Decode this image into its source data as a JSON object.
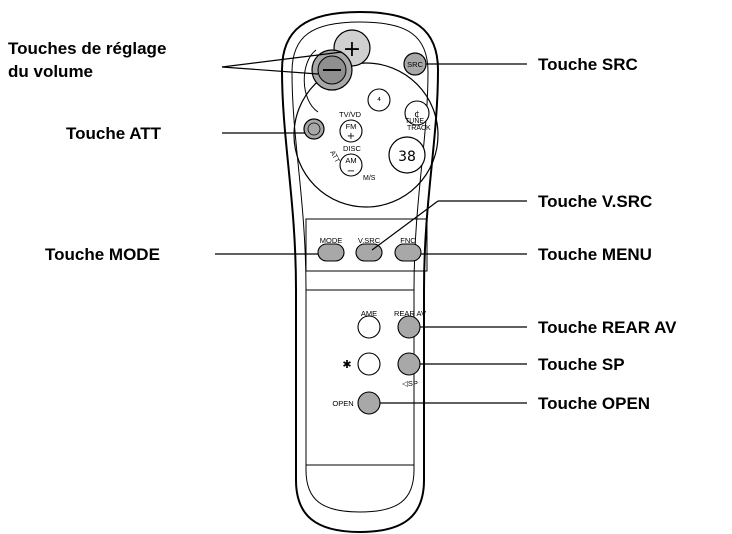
{
  "callouts": {
    "volume_line1": "Touches de réglage",
    "volume_line2": "du volume",
    "src": "Touche SRC",
    "att": "Touche ATT",
    "vsrc": "Touche V.SRC",
    "mode": "Touche MODE",
    "menu": "Touche MENU",
    "rear_av": "Touche REAR AV",
    "sp": "Touche SP",
    "open": "Touche OPEN"
  },
  "remote": {
    "volume_plus": "+",
    "volume_minus": "−",
    "src_label": "SRC",
    "att_label": "ATT",
    "tv_vd": "TV/VD",
    "fm": "FM",
    "fm_plus": "+",
    "disc": "DISC",
    "am": "AM",
    "am_minus": "−",
    "ms": "M/S",
    "tune": "TUNE",
    "track": "TRACK",
    "prev_glyph": "⁴",
    "next_glyph": "¢",
    "dial_value": "38",
    "mode_label": "MODE",
    "vsrc_label": "V.SRC",
    "fnc_label": "FNC",
    "ame_label": "AME",
    "rear_av_label": "REAR AV",
    "star_glyph": "✱",
    "sp_label": "◁SP",
    "open_label": "OPEN"
  }
}
